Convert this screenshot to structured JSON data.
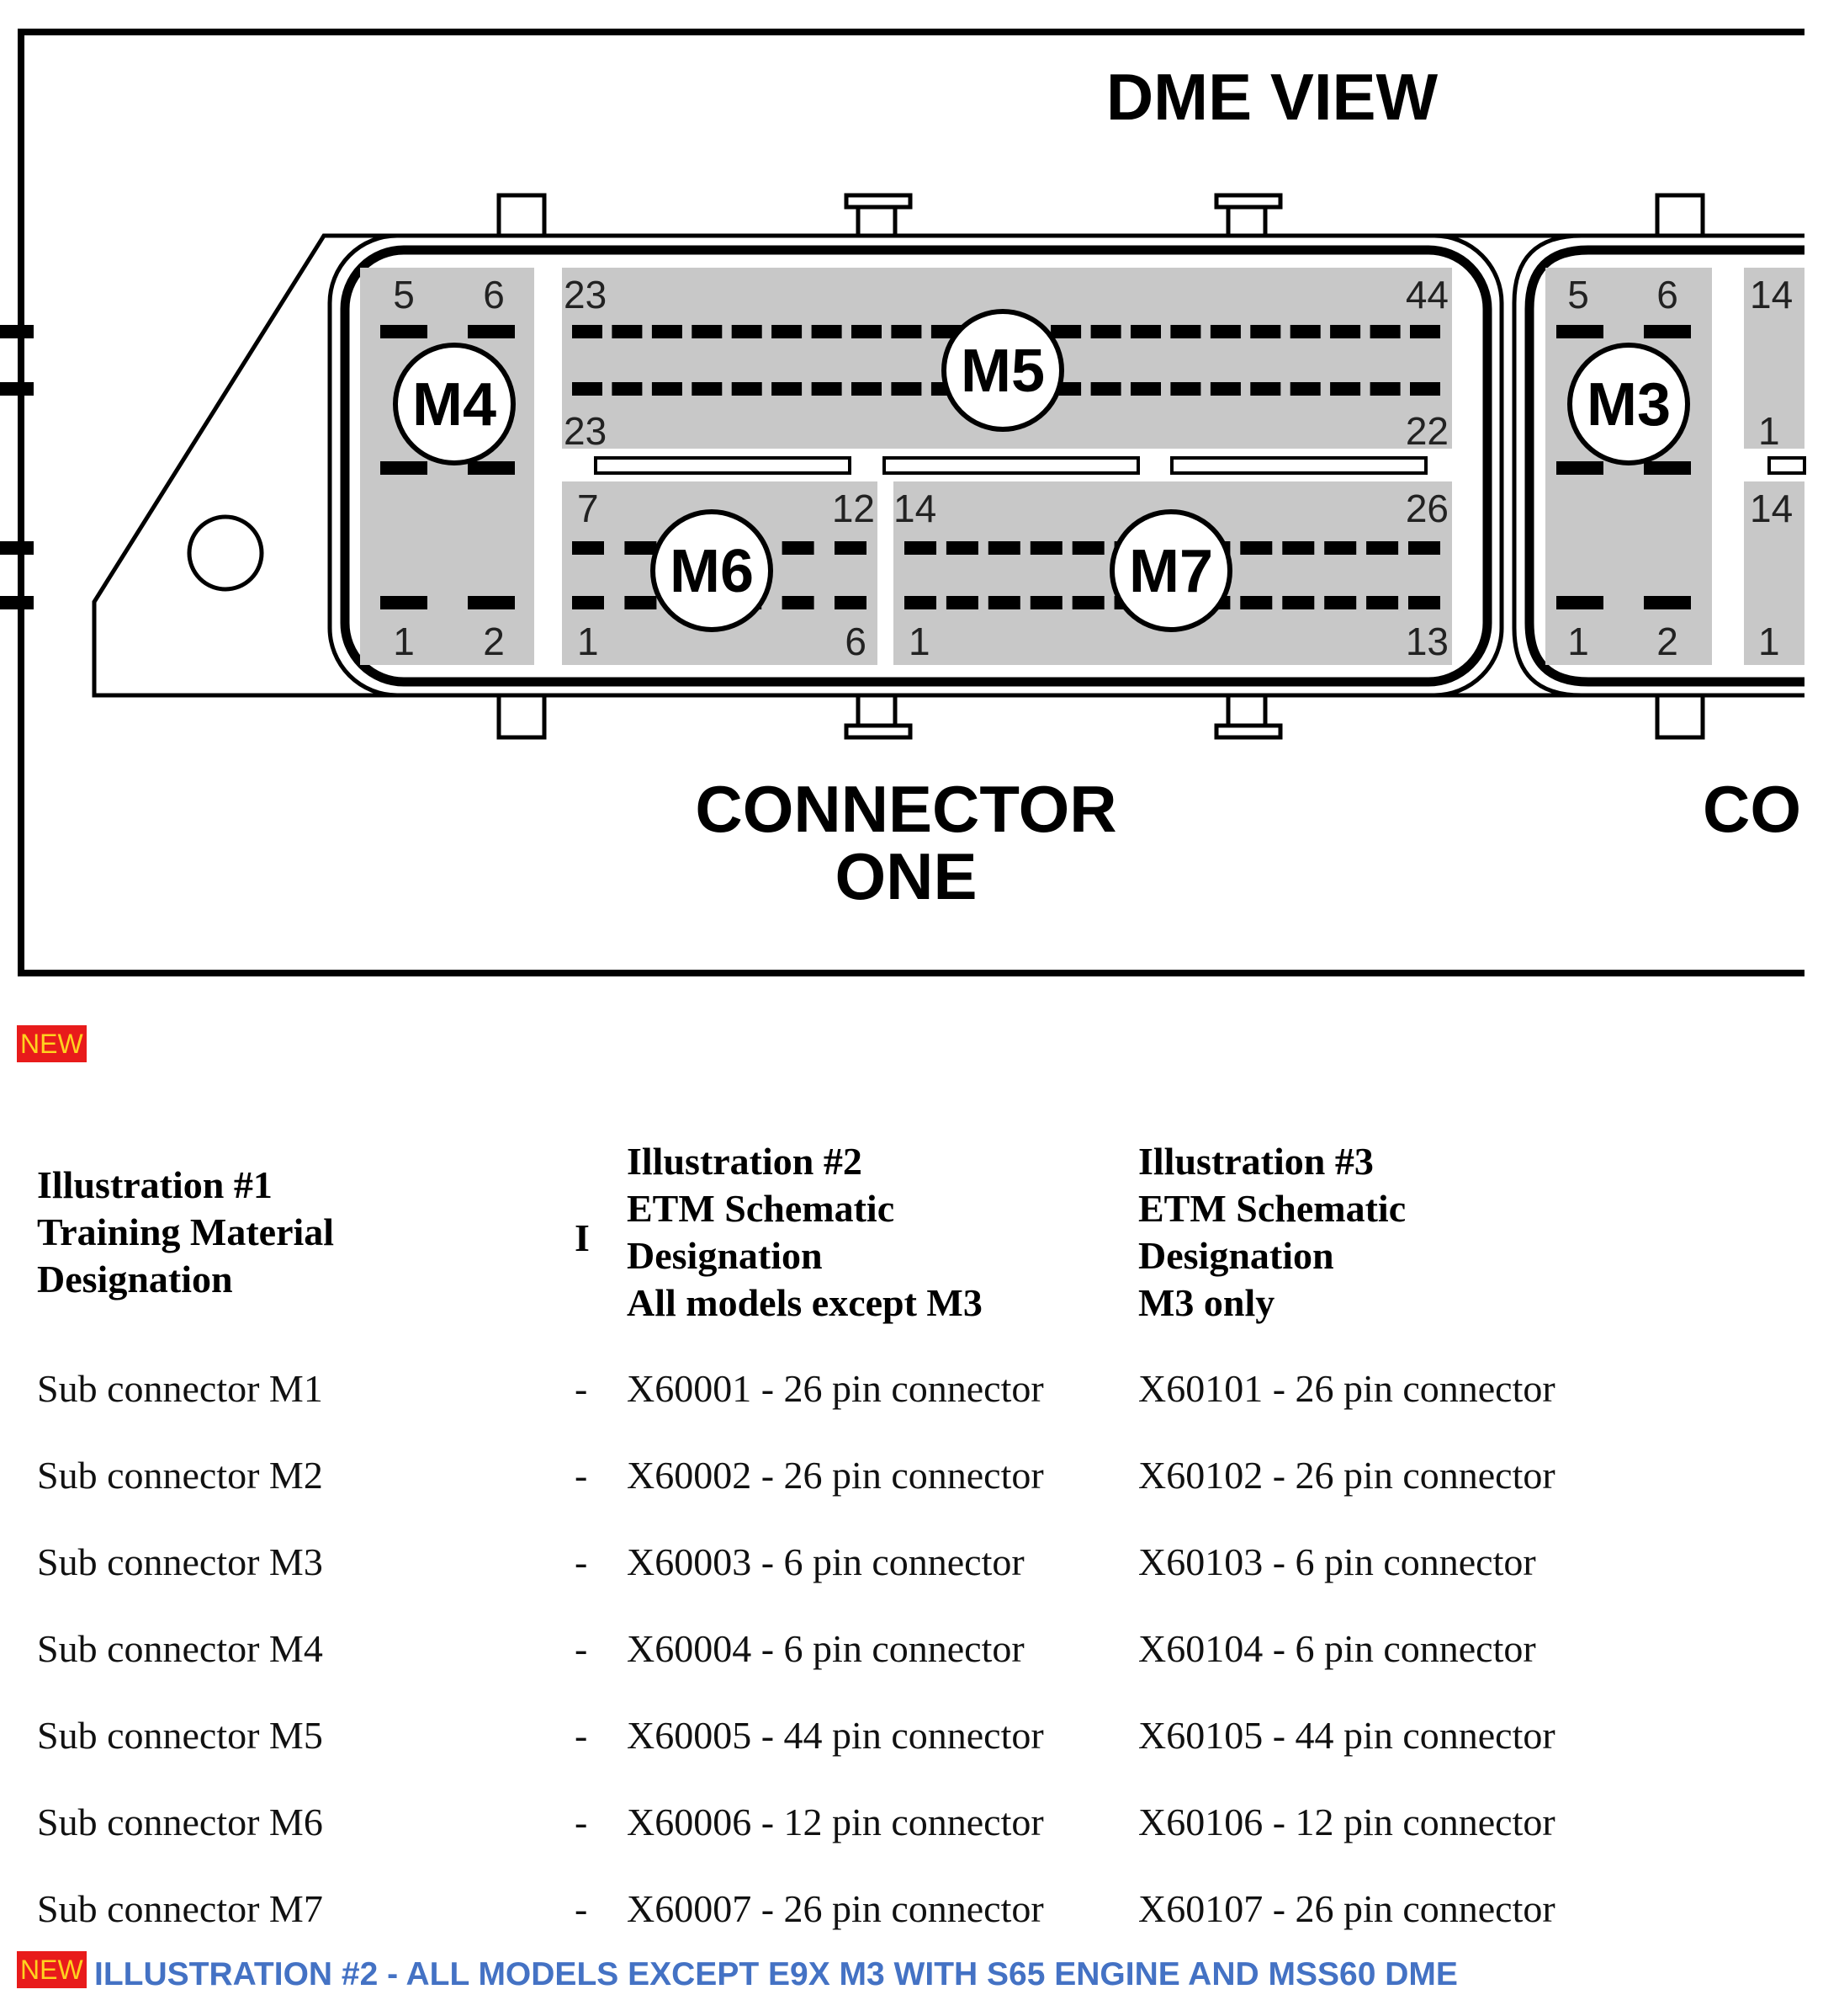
{
  "diagram": {
    "title": "DME VIEW",
    "connector_one_label_line1": "CONNECTOR",
    "connector_one_label_line2": "ONE",
    "connector_two_label_partial": "CO",
    "sub_connectors": {
      "M4": {
        "label": "M4",
        "pins_top": [
          "5",
          "6"
        ],
        "pins_bottom": [
          "1",
          "2"
        ]
      },
      "M5": {
        "label": "M5",
        "pin_top_left": "23",
        "pin_top_right": "44",
        "pin_bottom_left": "23",
        "pin_bottom_right": "22"
      },
      "M6": {
        "label": "M6",
        "pin_top_left": "7",
        "pin_top_right": "12",
        "pin_bottom_left": "1",
        "pin_bottom_right": "6"
      },
      "M7": {
        "label": "M7",
        "pin_top_left": "14",
        "pin_top_right": "26",
        "pin_bottom_left": "1",
        "pin_bottom_right": "13"
      },
      "M3": {
        "label": "M3",
        "pins_top": [
          "5",
          "6"
        ],
        "pins_bottom": [
          "1",
          "2"
        ]
      },
      "partial_right": {
        "pin_a": "14",
        "pin_b": "1",
        "pin_c": "14",
        "pin_d": "1"
      }
    }
  },
  "badges": {
    "new": "NEW"
  },
  "table": {
    "headers": {
      "col1": "Illustration #1\nTraining Material\nDesignation",
      "col2": "I",
      "col3": "Illustration #2\nETM Schematic\nDesignation\nAll models except M3",
      "col4": "Illustration #3\nETM Schematic\nDesignation\nM3 only"
    },
    "rows": [
      {
        "training": "Sub connector M1",
        "sep": "-",
        "etm_all": "X60001 - 26 pin connector",
        "etm_m3": "X60101 - 26 pin connector"
      },
      {
        "training": "Sub connector M2",
        "sep": "-",
        "etm_all": "X60002 - 26 pin connector",
        "etm_m3": "X60102 - 26 pin connector"
      },
      {
        "training": "Sub connector M3",
        "sep": "-",
        "etm_all": "X60003 - 6 pin connector",
        "etm_m3": "X60103 - 6 pin connector"
      },
      {
        "training": "Sub connector M4",
        "sep": "-",
        "etm_all": "X60004 - 6 pin connector",
        "etm_m3": "X60104 - 6 pin connector"
      },
      {
        "training": "Sub connector M5",
        "sep": "-",
        "etm_all": "X60005 - 44 pin connector",
        "etm_m3": "X60105 - 44 pin connector"
      },
      {
        "training": "Sub connector M6",
        "sep": "-",
        "etm_all": "X60006 - 12 pin connector",
        "etm_m3": "X60106 - 12 pin connector"
      },
      {
        "training": "Sub connector M7",
        "sep": "-",
        "etm_all": "X60007 - 26 pin connector",
        "etm_m3": "X60107 - 26 pin connector"
      }
    ]
  },
  "caption": "ILLUSTRATION #2 - ALL MODELS EXCEPT E9X M3 WITH S65 ENGINE AND MSS60 DME",
  "colors": {
    "caption": "#4472c4",
    "badge_bg": "#e81b1b",
    "badge_text": "#ffd21f",
    "panel_gray": "#c8c8c8"
  }
}
